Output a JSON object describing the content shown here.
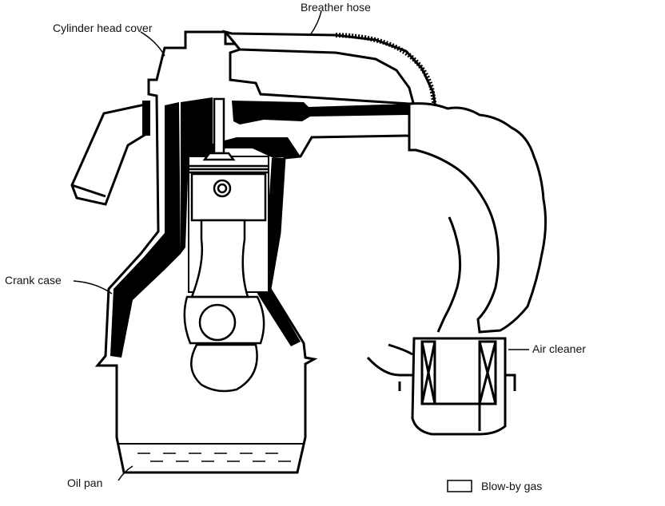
{
  "labels": {
    "breather_hose": "Breather hose",
    "cylinder_head_cover": "Cylinder head cover",
    "crank_case": "Crank case",
    "air_cleaner": "Air cleaner",
    "oil_pan": "Oil pan"
  },
  "legend": {
    "blow_by_gas": "Blow-by gas"
  }
}
